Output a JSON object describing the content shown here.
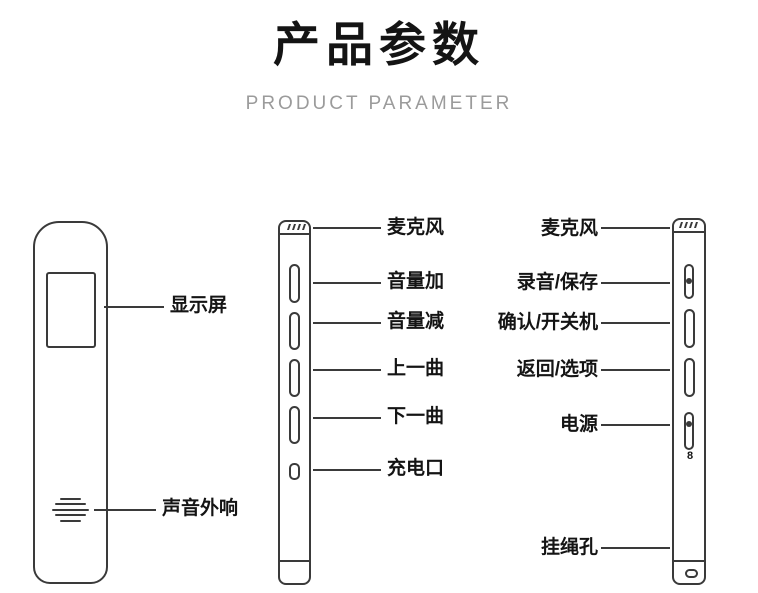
{
  "header": {
    "title": "产品参数",
    "subtitle": "PRODUCT PARAMETER"
  },
  "front_view": {
    "labels": {
      "screen": "显示屏",
      "speaker": "声音外响"
    }
  },
  "side_view_buttons": {
    "labels": {
      "mic": "麦克风",
      "volume_up": "音量加",
      "volume_down": "音量减",
      "prev_track": "上一曲",
      "next_track": "下一曲",
      "charge_port": "充电口"
    }
  },
  "side_view_controls": {
    "labels": {
      "mic": "麦克风",
      "record_save": "录音/保存",
      "confirm_power": "确认/开关机",
      "back_options": "返回/选项",
      "power": "电源",
      "lanyard_hole": "挂绳孔"
    },
    "power_mark": "8"
  },
  "colors": {
    "ink": "#141414",
    "line": "#3a3a3a",
    "subtitle": "#9b9b9b"
  }
}
